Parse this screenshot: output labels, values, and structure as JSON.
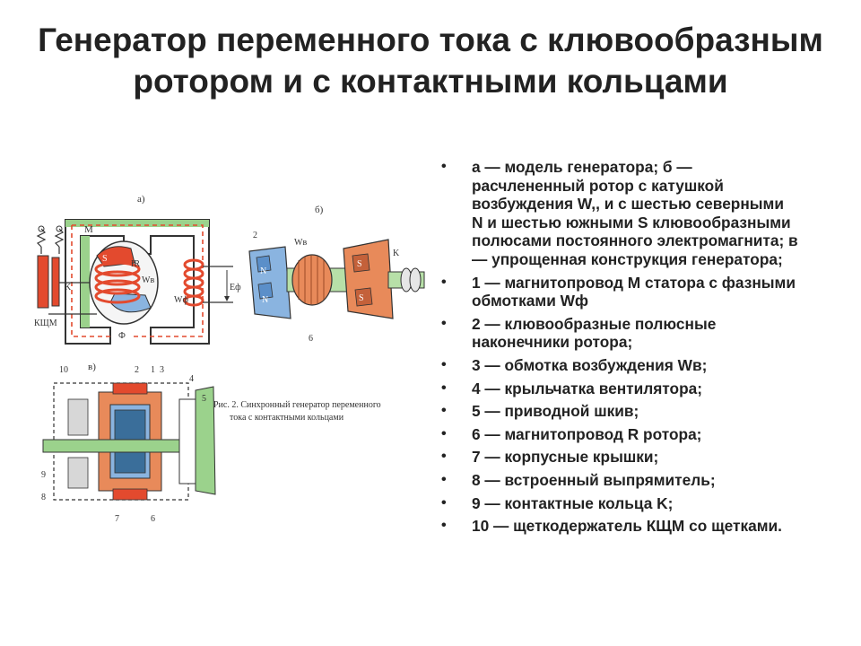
{
  "slide": {
    "title": "Генератор переменного тока с клювообразным ротором и с контактными кольцами"
  },
  "figure": {
    "labels": {
      "a": "а)",
      "b": "б)",
      "v": "в)",
      "M": "M",
      "S": "S",
      "IR": "IR",
      "Ww": "Wв",
      "Wf": "Wф",
      "Ef": "Eф",
      "K": "K",
      "KSHM": "КЩМ",
      "phi": "Ф",
      "N": "N",
      "n2": "2",
      "n3": "3",
      "n4": "4",
      "n5": "5",
      "n6": "6",
      "n7": "7",
      "n8": "8",
      "n9": "9",
      "n10": "10",
      "n1": "1"
    },
    "caption_line1": "Рис. 2. Синхронный генератор переменного",
    "caption_line2": "тока с контактными кольцами"
  },
  "legend": [
    "а — модель генератора; б — расчлененный ротор с катушкой возбуждения W,, и с шестью северными N и шестью южными S клювообразными полюсами постоянного электромагнита; в — упрощенная конструкция генератора;",
    "1 — магнитопровод M статора с фазными обмотками Wф",
    "2 — клювообразные полюсные наконечники ротора;",
    "3 — обмотка возбуждения Wв;",
    "4 — крыльчатка вентилятора;",
    "5 — приводной шкив;",
    "6 — магнитопровод R ротора;",
    "7 — корпусные крышки;",
    "8 — встроенный выпрямитель;",
    "9 — контактные кольца K;",
    "10 — щеткодержатель КЩМ со щетками."
  ]
}
